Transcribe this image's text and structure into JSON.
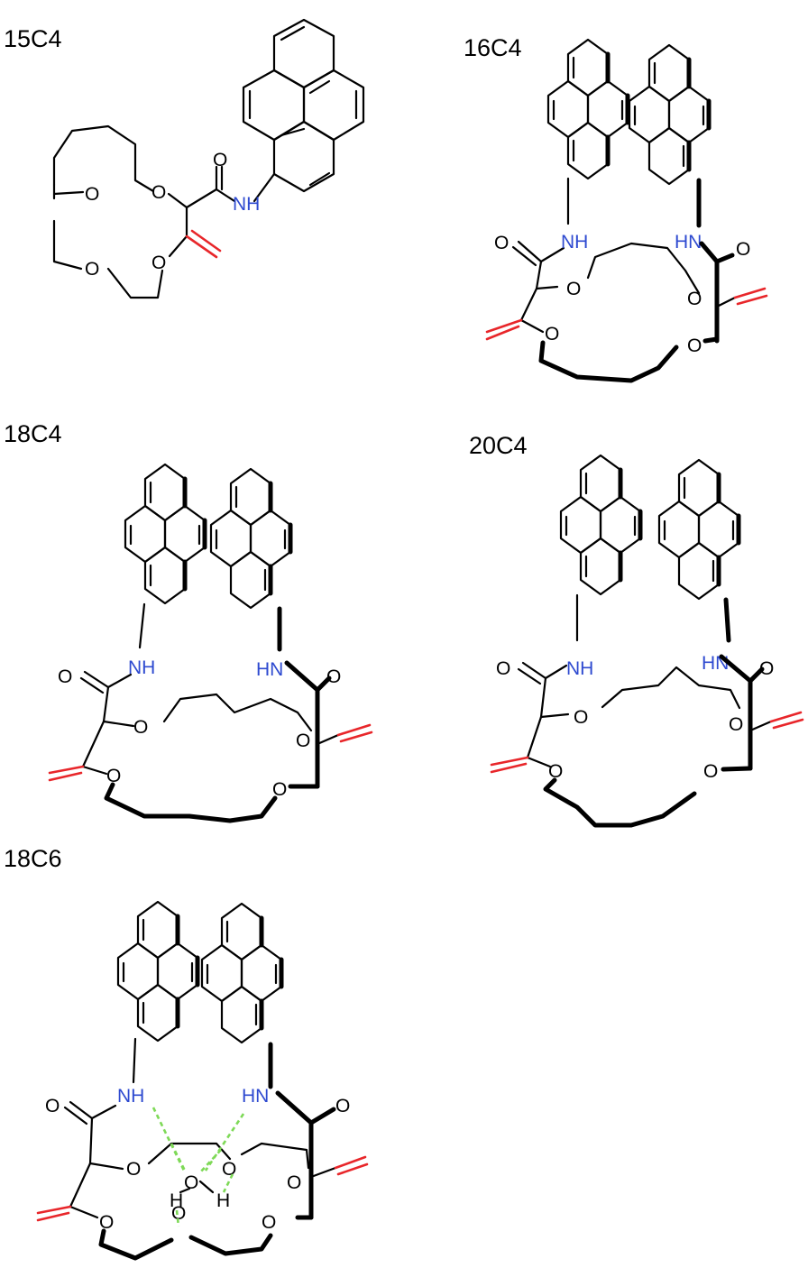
{
  "panels": [
    {
      "id": "15C4",
      "label": "15C4"
    },
    {
      "id": "16C4",
      "label": "16C4"
    },
    {
      "id": "18C4",
      "label": "18C4"
    },
    {
      "id": "20C4",
      "label": "20C4"
    },
    {
      "id": "18C6",
      "label": "18C6"
    }
  ],
  "atoms": {
    "oxygen": "O",
    "amide_nh": "NH",
    "amide_hn": "HN",
    "hydrogen": "H"
  },
  "colors": {
    "bond": "#000000",
    "heteroatom_n": "#2e4ad0",
    "carbonyl_red": "#e8262a",
    "hydrogen_bond": "#7ed957"
  }
}
